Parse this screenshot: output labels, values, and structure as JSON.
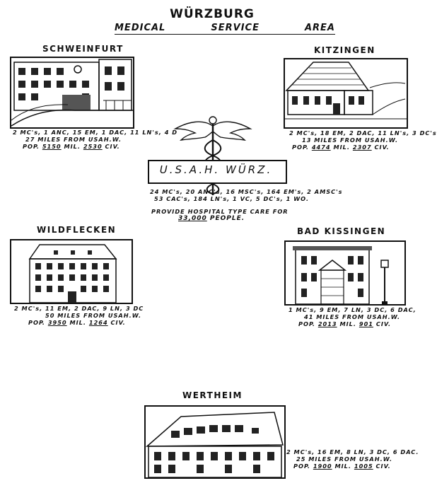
{
  "header": {
    "city": "WÜRZBURG",
    "subtitle_words": [
      "MEDICAL",
      "SERVICE",
      "AREA"
    ]
  },
  "center": {
    "plaque": "U.S.A.H.  WÜRZ.",
    "staff_line1": "24 MC's, 20 ANC's, 16 MSC's, 164 EM's, 2 AMSC's",
    "staff_line2": "53 CAC's, 184 LN's, 1 VC, 5 DC's, 1 WO.",
    "care_line1": "PROVIDE HOSPITAL TYPE CARE FOR",
    "care_number": "33,000",
    "care_word": "PEOPLE."
  },
  "facilities": {
    "schweinfurt": {
      "name": "SCHWEINFURT",
      "line1": "2 MC's, 1 ANC, 15 EM, 1 DAC, 11 LN's, 4 D",
      "line2": "27 MILES FROM USAH.W.",
      "pop_mil": "5150",
      "pop_civ": "2530"
    },
    "kitzingen": {
      "name": "KITZINGEN",
      "line1": "2 MC's, 18 EM, 2 DAC, 11 LN's, 3 DC's",
      "line2": "13 MILES FROM USAH.W.",
      "pop_mil": "4474",
      "pop_civ": "2307"
    },
    "wildflecken": {
      "name": "WILDFLECKEN",
      "line1": "2 MC's, 11 EM, 2 DAC, 9 LN, 3 DC",
      "line2": "50 MILES FROM USAH.W.",
      "pop_mil": "3950",
      "pop_civ": "1264"
    },
    "bad_kissingen": {
      "name": "BAD KISSINGEN",
      "line1": "1 MC's, 9 EM, 7 LN, 3 DC, 6 DAC,",
      "line2": "41 MILES FROM USAH.W.",
      "pop_mil": "2013",
      "pop_civ": "901"
    },
    "wertheim": {
      "name": "WERTHEIM",
      "line1": "2 MC's, 16 EM, 8 LN, 3 DC, 6 DAC.",
      "line2": "25 MILES FROM USAH.W.",
      "pop_mil": "1900",
      "pop_civ": "1005"
    }
  },
  "labels": {
    "pop": "POP.",
    "mil": "MIL.",
    "civ": "CIV."
  }
}
